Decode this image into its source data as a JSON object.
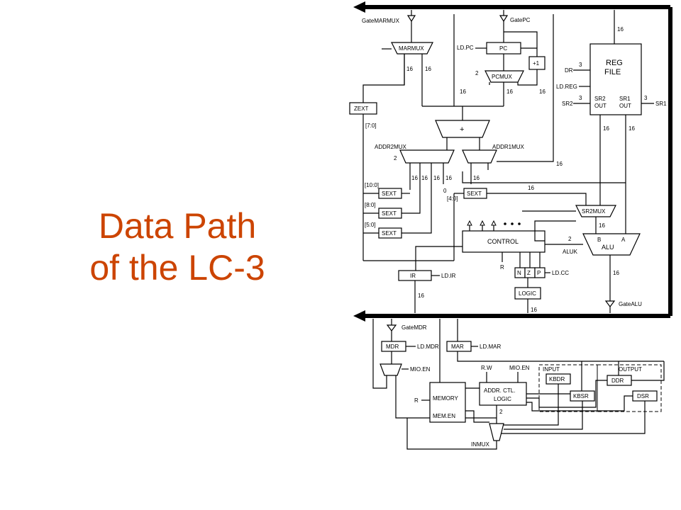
{
  "title": {
    "line1": "Data Path",
    "line2": "of the LC-3"
  },
  "colors": {
    "title": "#cc4400",
    "lines": "#000000",
    "background": "#ffffff"
  },
  "diagram": {
    "blocks": {
      "reg_file_line1": "REG",
      "reg_file_line2": "FILE",
      "sr2_out_line1": "SR2",
      "sr2_out_line2": "OUT",
      "sr1_out_line1": "SR1",
      "sr1_out_line2": "OUT",
      "pc": "PC",
      "plus_one": "+1",
      "pcmux": "PCMUX",
      "marmux": "MARMUX",
      "zext": "ZEXT",
      "adder": "+",
      "addr2mux": "ADDR2MUX",
      "addr1mux": "ADDR1MUX",
      "sext1": "SEXT",
      "sext2": "SEXT",
      "sext3": "SEXT",
      "sext4": "SEXT",
      "sr2mux": "SR2MUX",
      "control": "CONTROL",
      "alu": "ALU",
      "alu_in_b": "B",
      "alu_in_a": "A",
      "ir": "IR",
      "n": "N",
      "z": "Z",
      "p": "P",
      "logic": "LOGIC",
      "mdr": "MDR",
      "mar": "MAR",
      "memory": "MEMORY",
      "mem_en": "MEM.EN",
      "addr_ctl_line1": "ADDR. CTL.",
      "addr_ctl_line2": "LOGIC",
      "kbdr": "KBDR",
      "kbsr": "KBSR",
      "ddr": "DDR",
      "dsr": "DSR",
      "inmux": "INMUX",
      "input": "INPUT",
      "output": "OUTPUT"
    },
    "signals": {
      "gate_marmux": "GateMARMUX",
      "gate_pc": "GatePC",
      "ld_pc": "LD.PC",
      "dr": "DR",
      "ld_reg": "LD.REG",
      "sr2": "SR2",
      "sr1": "SR1",
      "ld_ir": "LD.IR",
      "ld_cc": "LD.CC",
      "aluk": "ALUK",
      "r_ctrl": "R",
      "gate_alu": "GateALU",
      "gate_mdr": "GateMDR",
      "ld_mdr": "LD.MDR",
      "ld_mar": "LD.MAR",
      "mio_en_left": "MIO.EN",
      "mio_en_right": "MIO.EN",
      "r_w": "R.W",
      "r_mem": "R"
    },
    "widths": {
      "w16": "16",
      "w3": "3",
      "w2": "2",
      "f70": "[7:0]",
      "f100": "[10:0]",
      "f80": "[8:0]",
      "f50": "[5:0]",
      "f40": "[4:0]",
      "zero": "0"
    }
  }
}
